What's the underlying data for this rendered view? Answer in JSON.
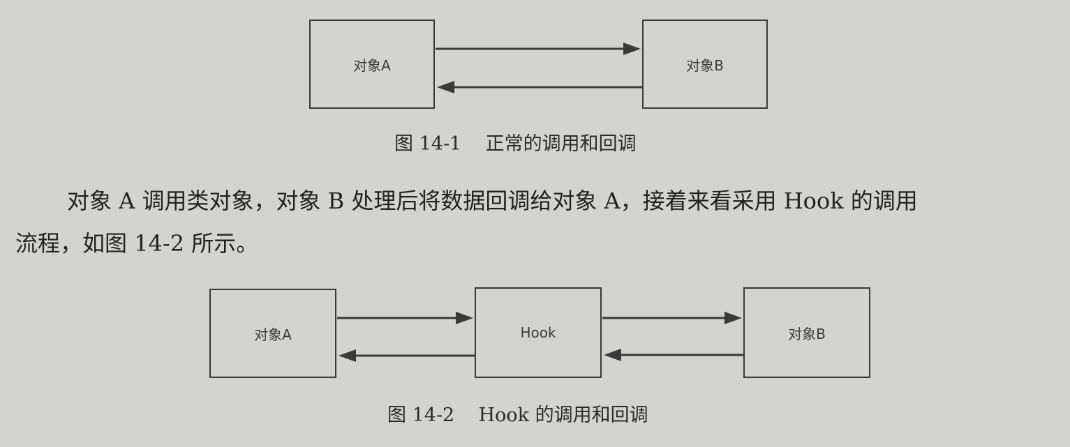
{
  "figure1": {
    "box_a": "对象A",
    "box_b": "对象B",
    "caption": "图 14-1    正常的调用和回调"
  },
  "paragraph": {
    "line1": "对象 A 调用类对象，对象 B 处理后将数据回调给对象 A，接着来看采用 Hook 的调用",
    "line2": "流程，如图 14-2 所示。"
  },
  "figure2": {
    "box_a": "对象A",
    "box_hook": "Hook",
    "box_b": "对象B",
    "caption": "图 14-2    Hook 的调用和回调"
  },
  "colors": {
    "background": "#d3d3d1",
    "stroke": "#3a3a3a",
    "text": "#2a2a2a"
  }
}
